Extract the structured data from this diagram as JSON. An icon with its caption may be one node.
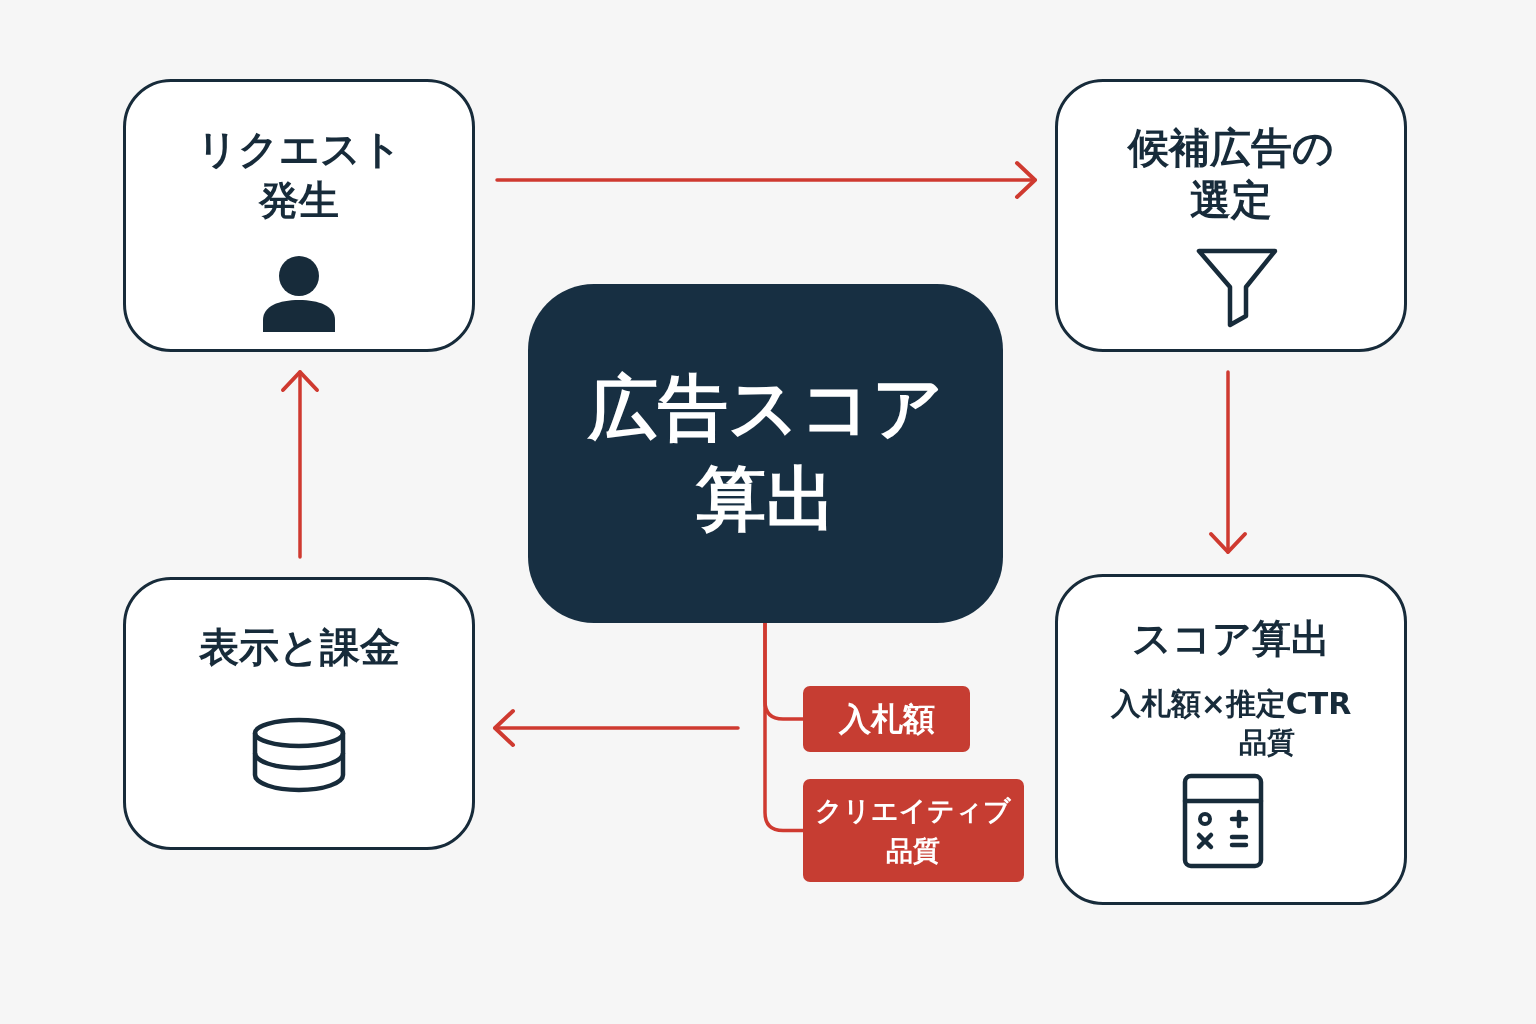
{
  "diagram": {
    "nodes": [
      {
        "text": [
          "リクエスト発生"
        ]
      },
      {
        "text": [
          "候補広告の選定"
        ]
      },
      {
        "text": [
          "広告スコア算出"
        ]
      },
      {
        "text": [
          "表示と課金"
        ]
      },
      {
        "text": [
          "スコア算出",
          "入札額×推定CTR",
          "品質"
        ]
      },
      {
        "text": [
          "入札額"
        ]
      },
      {
        "text": [
          "クリエイティブ品質"
        ]
      }
    ],
    "edges": [
      {
        "from": 0,
        "to": 1,
        "arrow": "to"
      },
      {
        "from": 1,
        "to": 4,
        "arrow": "to"
      },
      {
        "from": null,
        "to": 3,
        "arrow": "to"
      },
      {
        "from": 3,
        "to": 0,
        "arrow": "to"
      },
      {
        "from": 2,
        "to": 5,
        "arrow": "none"
      },
      {
        "from": 2,
        "to": 6,
        "arrow": "none"
      }
    ]
  }
}
